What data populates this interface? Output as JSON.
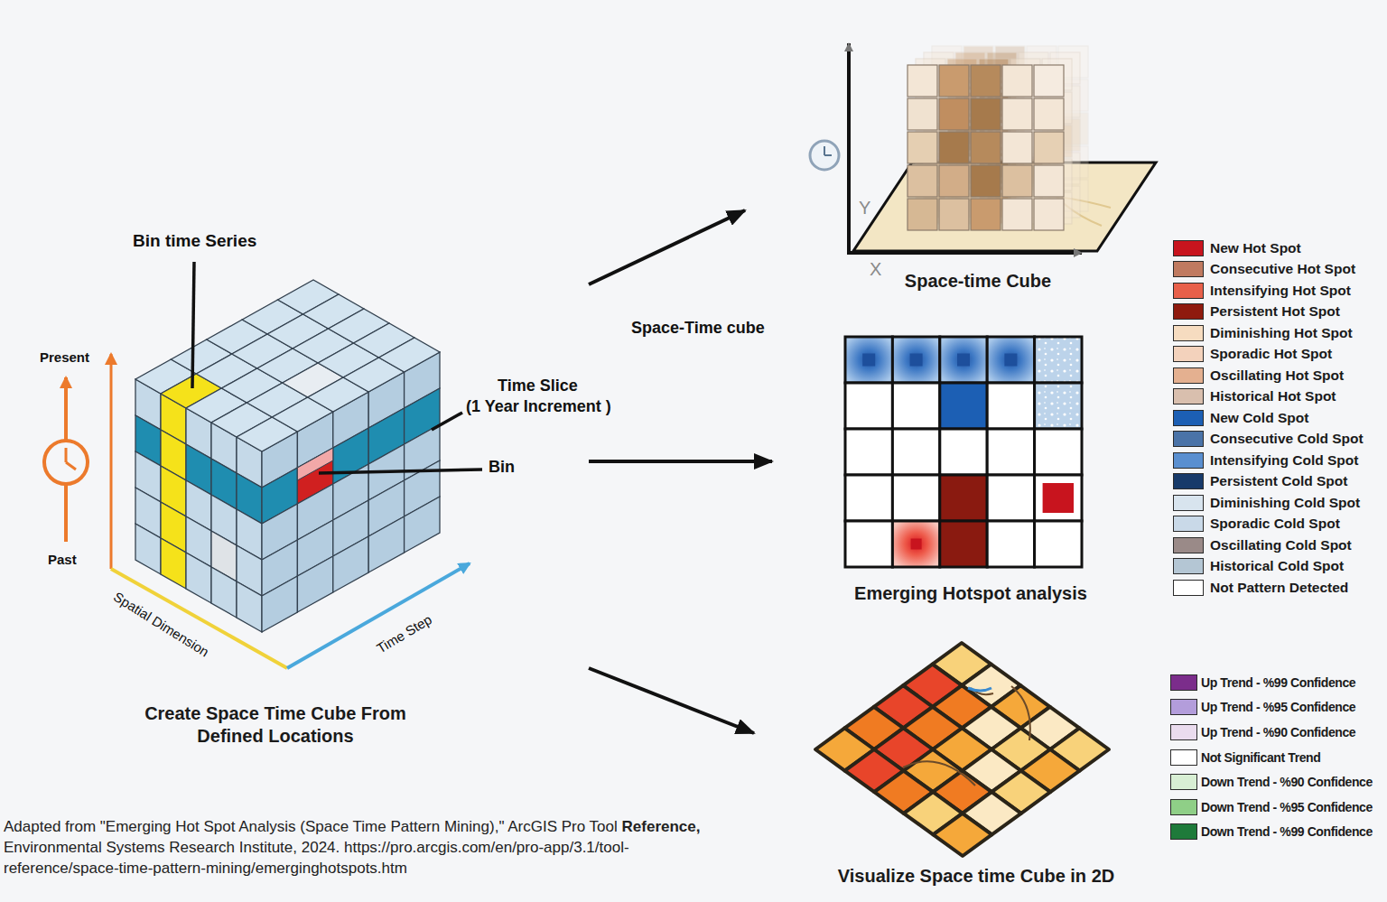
{
  "diagram": {
    "nodes": [
      {
        "text": [
          "Create Space Time Cube From Defined Locations"
        ]
      },
      {
        "text": [
          "Space-time Cube"
        ]
      },
      {
        "text": [
          "Emerging Hotspot analysis"
        ]
      },
      {
        "text": [
          "Visualize Space time Cube in 2D"
        ]
      }
    ],
    "edges": [
      {
        "from": 0,
        "to": 1,
        "arrow": "to",
        "label": "Space-Time cube"
      },
      {
        "from": 0,
        "to": 2,
        "arrow": "to"
      },
      {
        "from": 0,
        "to": 3,
        "arrow": "to"
      }
    ],
    "labels": [
      "Bin time Series",
      "Time Slice",
      "(1 Year Increment )",
      "Bin",
      "Present",
      "Past",
      "Spatial Dimension",
      "Time Step",
      "Y",
      "X",
      "Adapted from \"Emerging Hot Spot Analysis (Space Time Pattern Mining),\" ArcGIS Pro Tool",
      "Reference,",
      "Environmental Systems Research Institute, 2024. https://pro.arcgis.com/en/pro-app/3.1/tool-reference/space-time-pattern-mining/emerginghotspots.htm"
    ],
    "legend": [
      {
        "text": "New Hot Spot",
        "color": "#c8141e"
      },
      {
        "text": "Consecutive Hot Spot",
        "color": "#c07a60"
      },
      {
        "text": "Intensifying Hot Spot",
        "color": "#e8604a"
      },
      {
        "text": "Persistent Hot Spot",
        "color": "#8f1a0e"
      },
      {
        "text": "Diminishing Hot Spot",
        "color": "#f6dcc0"
      },
      {
        "text": "Sporadic Hot Spot",
        "color": "#f3d2bc"
      },
      {
        "text": "Oscillating Hot Spot",
        "color": "#e4b090"
      },
      {
        "text": "Historical Hot Spot",
        "color": "#d9bfae"
      },
      {
        "text": "New Cold Spot",
        "color": "#1c5fb4"
      },
      {
        "text": "Consecutive Cold Spot",
        "color": "#4a73a8"
      },
      {
        "text": "Intensifying Cold Spot",
        "color": "#5a8fd0"
      },
      {
        "text": "Persistent Cold Spot",
        "color": "#173a6a"
      },
      {
        "text": "Diminishing Cold Spot",
        "color": "#d8e4ee"
      },
      {
        "text": "Sporadic Cold Spot",
        "color": "#c9d9e8"
      },
      {
        "text": "Oscillating Cold Spot",
        "color": "#9a8a88"
      },
      {
        "text": "Historical Cold Spot",
        "color": "#b4c6d4"
      },
      {
        "text": "Not Pattern Detected",
        "color": "#ffffff"
      },
      {
        "text": "Up Trend - %99 Confidence",
        "color": "#7b2d8b"
      },
      {
        "text": "Up Trend - %95 Confidence",
        "color": "#b39ddb"
      },
      {
        "text": "Up Trend - %90 Confidence",
        "color": "#eadcee"
      },
      {
        "text": "Not Significant Trend",
        "color": "#ffffff"
      },
      {
        "text": "Down Trend - %90 Confidence",
        "color": "#d8efd4"
      },
      {
        "text": "Down Trend - %95 Confidence",
        "color": "#8fcf87"
      },
      {
        "text": "Down Trend - %99 Confidence",
        "color": "#1e7a3a"
      }
    ]
  }
}
